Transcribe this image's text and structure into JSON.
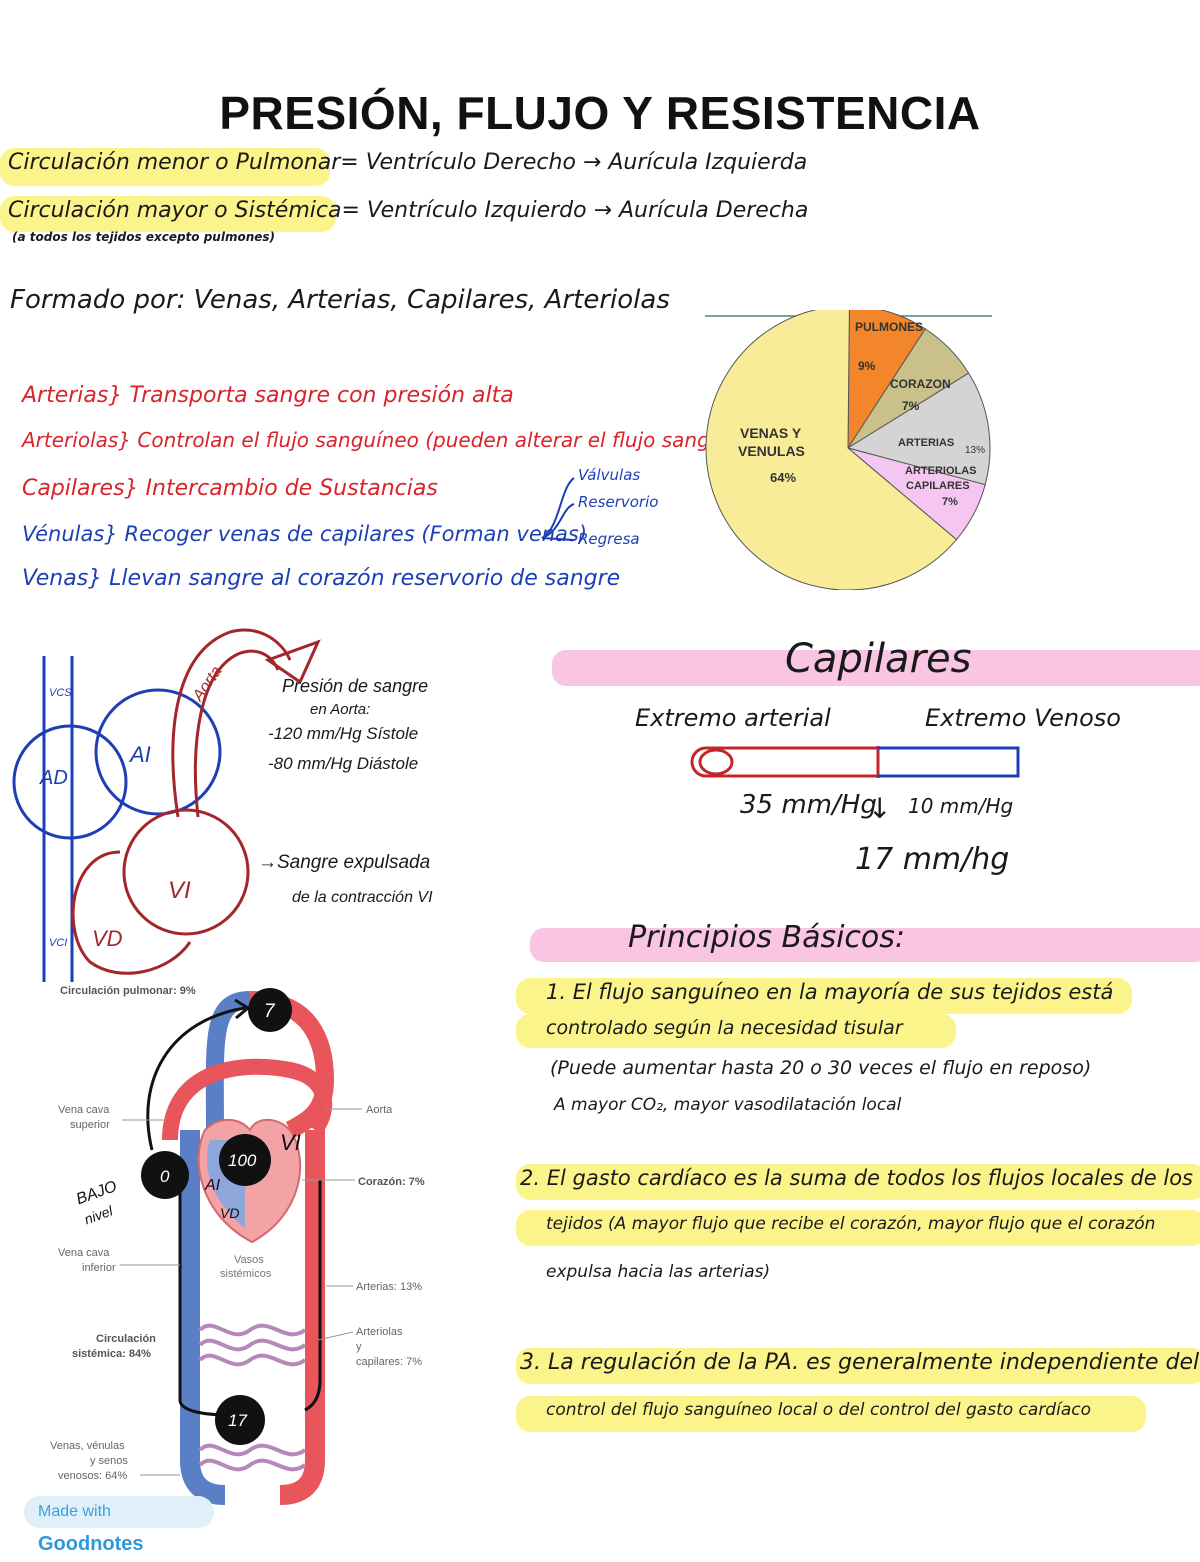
{
  "title": "PRESIÓN, FLUJO Y RESISTENCIA",
  "circulation": {
    "minor": "Circulación menor o Pulmonar= Ventrículo Derecho → Aurícula Izquierda",
    "major": "Circulación mayor o Sistémica= Ventrículo Izquierdo → Aurícula Derecha",
    "major_note": "(a todos los tejidos excepto pulmones)"
  },
  "formed_by": "Formado por: Venas, Arterias, Capilares, Arteriolas",
  "vessels": [
    {
      "text": "Arterias} Transporta sangre con presión alta",
      "color": "red"
    },
    {
      "text": "Arteriolas} Controlan el flujo sanguíneo (pueden alterar el flujo sanguíneo)",
      "color": "red"
    },
    {
      "text": "Capilares} Intercambio de Sustancias",
      "color": "red"
    },
    {
      "text": "Vénulas} Recoger venas de capilares (Forman venas)",
      "color": "blue"
    },
    {
      "text": "Venas} Llevan sangre al corazón   reservorio de sangre",
      "color": "blue"
    }
  ],
  "vein_features": [
    "Válvulas",
    "Reservorio",
    "Regresa"
  ],
  "pie": {
    "slices": [
      {
        "label": "PULMONES",
        "percent_label": "9%",
        "value": 9,
        "color": "#f3852a"
      },
      {
        "label": "CORAZON",
        "percent_label": "7%",
        "value": 7,
        "color": "#c9c08a"
      },
      {
        "label": "ARTERIAS",
        "percent_label": "13%",
        "value": 13,
        "color": "#d4d4d4"
      },
      {
        "label": "ARTERIOLAS CAPILARES",
        "percent_label": "7%",
        "value": 7,
        "color": "#f6c6f2"
      },
      {
        "label": "VENAS Y VENULAS",
        "percent_label": "64%",
        "value": 64,
        "color": "#f9ec98"
      }
    ],
    "labels": {
      "pulmones": "PULMONES",
      "pulmones_pct": "9%",
      "corazon": "CORAZON",
      "corazon_pct": "7%",
      "arterias": "ARTERIAS",
      "arterias_pct": "13%",
      "arteriolas_1": "ARTERIOLAS",
      "arteriolas_2": "CAPILARES",
      "arteriolas_pct": "7%",
      "venas_1": "VENAS Y",
      "venas_2": "VENULAS",
      "venas_pct": "64%"
    }
  },
  "heart_sketch": {
    "vcs": "VCS",
    "vci": "VCI",
    "ad": "AD",
    "ai": "AI",
    "vi": "VI",
    "vd": "VD",
    "aorta": "Aorta",
    "pressure_title_1": "Presión de sangre",
    "pressure_title_2": "en Aorta:",
    "systolic": "-120 mm/Hg Sístole",
    "diastolic": "-80 mm/Hg Diástole",
    "expelled_1": "→Sangre expulsada",
    "expelled_2": "de la contracción VI"
  },
  "capillaries": {
    "heading": "Capilares",
    "arterial_end": "Extremo arterial",
    "venous_end": "Extremo Venoso",
    "p_arterial": "35 mm/Hg",
    "p_venous": "10 mm/Hg",
    "p_mean": "17 mm/hg",
    "arrow": "↓"
  },
  "principles": {
    "heading": "Principios Básicos:",
    "p1_line1": "1. El flujo sanguíneo en la mayoría de sus tejidos está",
    "p1_line2": "controlado según la necesidad tisular",
    "p1_line3": "(Puede aumentar hasta 20 o 30 veces el flujo en reposo)",
    "p1_line4": "A mayor CO₂, mayor vasodilatación local",
    "p2_line1": "2. El gasto cardíaco es la suma de todos los flujos locales de los",
    "p2_line2": "tejidos (A mayor flujo que recibe el corazón, mayor flujo que el corazón",
    "p2_line3": "expulsa hacia las arterias)",
    "p3_line1": "3. La regulación de la PA. es generalmente independiente del",
    "p3_line2": "control del flujo sanguíneo local o del control del gasto cardíaco"
  },
  "circ_diagram": {
    "pulmonary": "Circulación pulmonar: 9%",
    "vcs": "Vena cava",
    "vcs2": "superior",
    "vci": "Vena cava",
    "vci2": "inferior",
    "aorta": "Aorta",
    "heart": "Corazón: 7%",
    "vasos": "Vasos",
    "vasos2": "sistémicos",
    "arterias": "Arterias: 13%",
    "arteriolas": "Arteriolas",
    "arteriolas2": "y",
    "arteriolas3": "capilares: 7%",
    "systemic": "Circulación",
    "systemic2": "sistémica: 84%",
    "veins": "Venas, vénulas",
    "veins2": "y senos",
    "veins3": "venosos: 64%",
    "n7": "7",
    "n100": "100",
    "n0": "0",
    "n17": "17",
    "vi": "VI",
    "ai": "AI",
    "vd": "VD",
    "bajo": "BAJO",
    "nivel": "nivel"
  },
  "badge": {
    "made": "Made with",
    "brand": "Goodnotes"
  }
}
